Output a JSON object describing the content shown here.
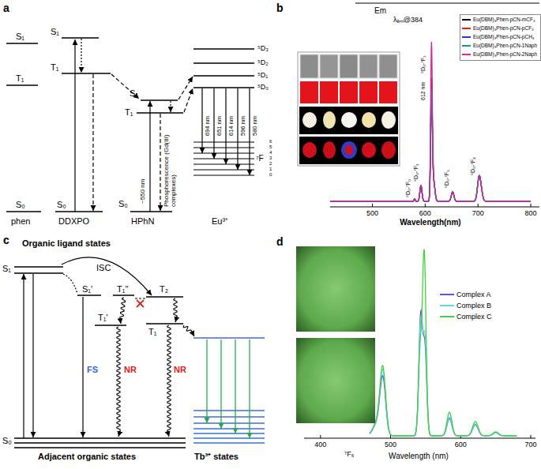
{
  "diagram": {
    "labels": [
      "a",
      "S₁",
      "T₁",
      "S₀",
      "phen",
      "S₁",
      "T₁",
      "S₀",
      "DDXPO",
      "S₁",
      "T₁",
      "S₀",
      "HPhN",
      "~550 nm",
      "Phosphorescence (Gd(III) complexes)",
      "⁵D₃",
      "⁵D₂",
      "⁵D₁",
      "⁵D₀",
      "694 nm",
      "651 nm",
      "614 nm",
      "596 nm",
      "580 nm",
      "⁷F",
      "6",
      "5",
      "4",
      "3",
      "2",
      "1",
      "0",
      "Eu³⁺",
      "b",
      "Em",
      "λₑₘ@384",
      "⁵D₀-⁷F₀",
      "⁵D₀-⁷F₁",
      "⁵D₀-⁷F₂",
      "612 nm",
      "⁵D₀-⁷F₃",
      "⁵D₀-⁷F₄",
      "500",
      "600",
      "700",
      "800",
      "Wavelength(nm)",
      "c",
      "Organic ligand states",
      "S₁",
      "ISC",
      "S₁'",
      "T₁''",
      "T₂",
      "T₁'",
      "T₁",
      "FS",
      "NR",
      "NR",
      "S₀",
      "Adjacent organic states",
      "Tb³⁺ states",
      "⁷F₆",
      "d",
      "400",
      "500",
      "600",
      "700",
      "Wavelength (nm)"
    ],
    "legend": [
      {
        "text": "Eu(DBM)₃Phen-pCN-mCF₃",
        "color": "#000000"
      },
      {
        "text": "Eu(DBM)₃Phen-pCN-pCF₃",
        "color": "#e41a1c"
      },
      {
        "text": "Eu(DBM)₃Phen-pCN-pCH₃",
        "color": "#2f2fd0"
      },
      {
        "text": "Eu(DBM)₃Phen-pCN-1Naph",
        "color": "#159a9a"
      },
      {
        "text": "Eu(DBM)₃Phen-pCN-2Naph",
        "color": "#d4259b"
      },
      {
        "text": "Complex A",
        "color": "#5a5ad8"
      },
      {
        "text": "Complex B",
        "color": "#63d3ea"
      },
      {
        "text": "Complex C",
        "color": "#3fd43f"
      }
    ]
  }
}
